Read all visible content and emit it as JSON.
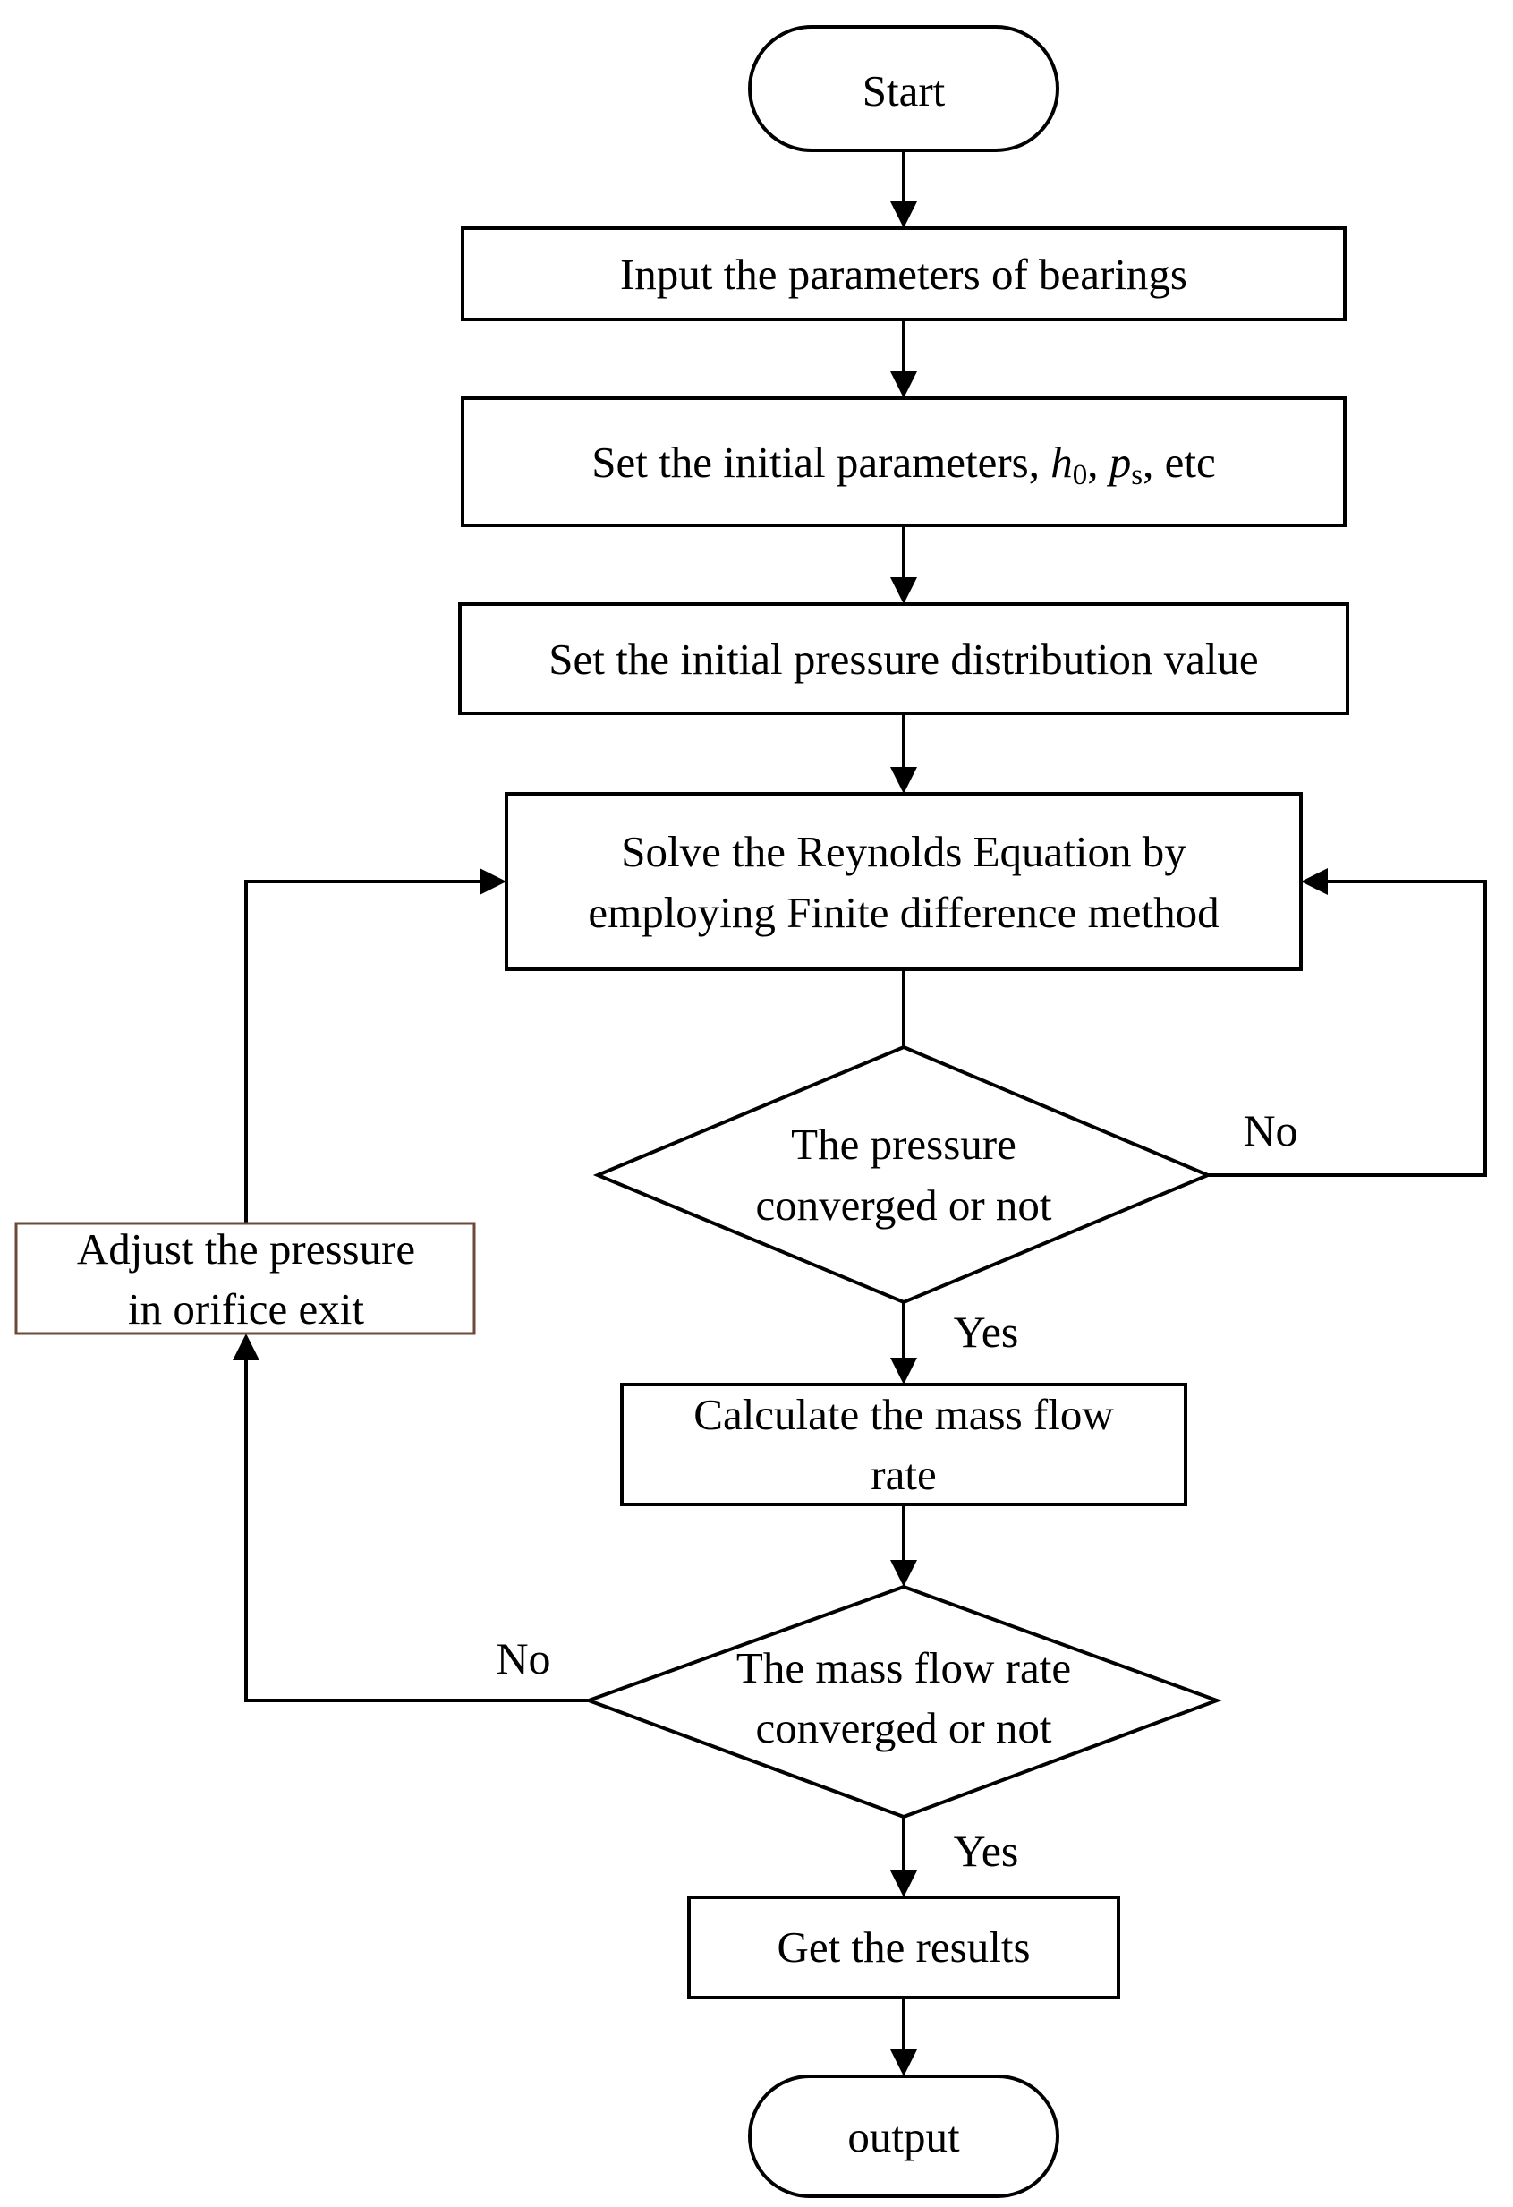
{
  "nodes": {
    "start": "Start",
    "input": "Input the parameters of bearings",
    "set_initial_pre": "Set the initial parameters, ",
    "h_sym": "h",
    "h_sub": "0",
    "comma": ", ",
    "p_sym": "p",
    "p_sub": "s",
    "etc": ", etc",
    "pressure_dist": "Set the initial pressure distribution value",
    "solve_line1": "Solve the Reynolds Equation by",
    "solve_line2": "employing Finite difference method",
    "decision_pressure_line1": "The pressure",
    "decision_pressure_line2": "converged or not",
    "mass_flow_line1": "Calculate the mass flow",
    "mass_flow_line2": "rate",
    "decision_mass_line1": "The mass flow rate",
    "decision_mass_line2": "converged or not",
    "adjust_line1": "Adjust the pressure",
    "adjust_line2": "in orifice exit",
    "results": "Get the results",
    "output": "output"
  },
  "edges": {
    "no_pressure": "No",
    "yes_pressure": "Yes",
    "no_mass": "No",
    "yes_mass": "Yes"
  },
  "colors": {
    "stroke": "#000000",
    "adjust_box_stroke": "#6b4a3a",
    "background": "#ffffff"
  }
}
